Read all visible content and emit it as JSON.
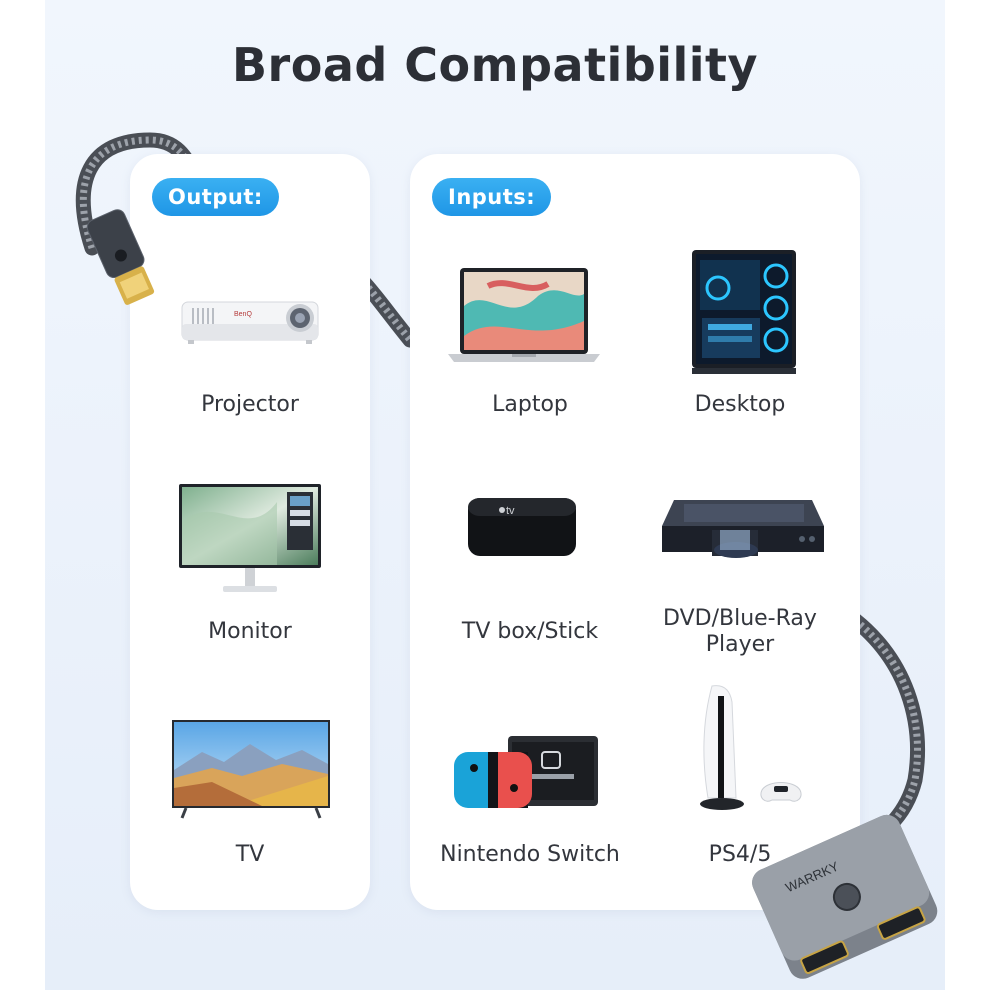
{
  "header": {
    "title": "Broad Compatibility"
  },
  "output_card": {
    "pill": "Output:",
    "devices": [
      {
        "label": "Projector",
        "brand": "BenQ"
      },
      {
        "label": "Monitor"
      },
      {
        "label": "TV"
      }
    ]
  },
  "inputs_card": {
    "pill": "Inputs:",
    "devices": [
      {
        "label": "Laptop"
      },
      {
        "label": "Desktop"
      },
      {
        "label": "TV box/Stick",
        "logo": "tv"
      },
      {
        "label_line1": "DVD/Blue-Ray",
        "label_line2": "Player"
      },
      {
        "label": "Nintendo Switch"
      },
      {
        "label": "PS4/5"
      }
    ]
  },
  "product": {
    "brand": "WARRKY"
  },
  "colors": {
    "accent": "#2aa5ee",
    "title": "#2c2f36",
    "background": "#eaf1fb"
  }
}
